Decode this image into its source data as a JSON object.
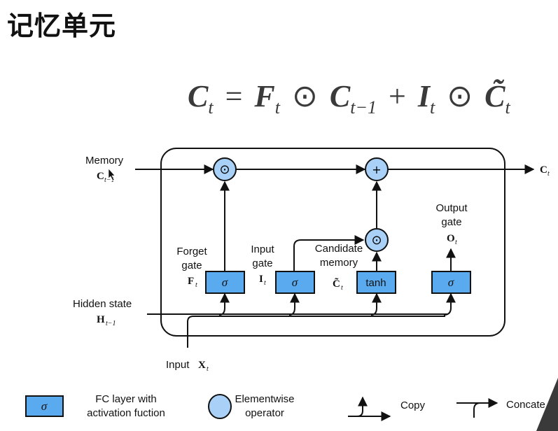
{
  "title": "记忆单元",
  "equation": {
    "lhs": "C",
    "lhs_sub": "t",
    "eq": "=",
    "f": "F",
    "f_sub": "t",
    "op1": "⊙",
    "c_prev": "C",
    "c_prev_sub": "t−1",
    "plus": "+",
    "i": "I",
    "i_sub": "t",
    "op2": "⊙",
    "c_tilde": "C̃",
    "c_tilde_sub": "t"
  },
  "diagram": {
    "memory_label": "Memory",
    "memory_symbol": "C",
    "memory_sub": "t−1",
    "output_symbol": "C",
    "output_sub": "t",
    "hidden_label": "Hidden state",
    "hidden_symbol": "H",
    "hidden_sub": "t−1",
    "input_label": "Input",
    "input_symbol": "X",
    "input_sub": "t",
    "forget_gate": {
      "line1": "Forget",
      "line2": "gate",
      "symbol": "F",
      "sub": "t",
      "box": "σ"
    },
    "input_gate": {
      "line1": "Input",
      "line2": "gate",
      "symbol": "I",
      "sub": "t",
      "box": "σ"
    },
    "candidate": {
      "line1": "Candidate",
      "line2": "memory",
      "symbol": "C̃",
      "sub": "t",
      "box": "tanh"
    },
    "output_gate": {
      "line1": "Output",
      "line2": "gate",
      "symbol": "O",
      "sub": "t",
      "box": "σ"
    },
    "op_forget": "⊙",
    "op_add": "+",
    "op_input": "⊙"
  },
  "legend": {
    "fc_symbol": "σ",
    "fc_line1": "FC layer with",
    "fc_line2": "activation fuction",
    "elem_line1": "Elementwise",
    "elem_line2": "operator",
    "copy": "Copy",
    "concat": "Concate"
  },
  "colors": {
    "box_fill": "#5aaaf0",
    "circle_fill": "#a9d1f7",
    "stroke": "#111111"
  }
}
